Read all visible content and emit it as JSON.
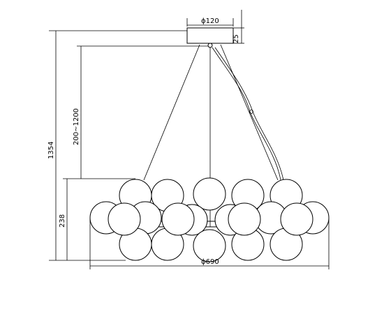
{
  "drawing": {
    "dimensions": {
      "canopy_diameter": "ϕ120",
      "canopy_height": "25",
      "overall_height": "1354",
      "suspension_range": "200~1200",
      "body_height": "238",
      "overall_diameter": "ϕ690"
    }
  }
}
